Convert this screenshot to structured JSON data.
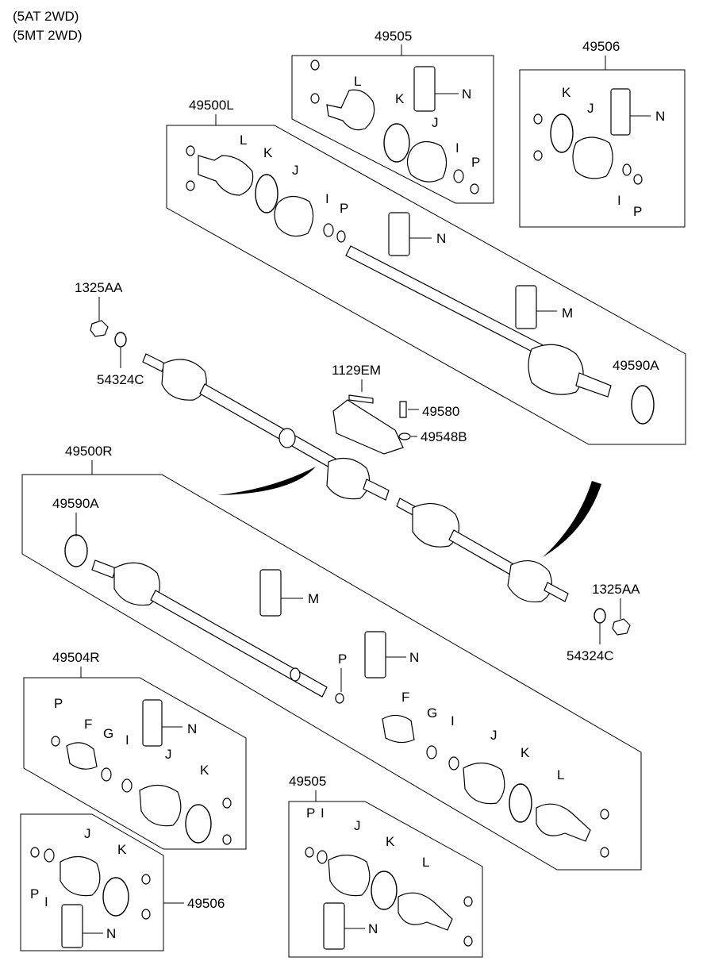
{
  "variants": [
    "(5AT 2WD)",
    "(5MT 2WD)"
  ],
  "part_numbers": {
    "kit_49505": "49505",
    "kit_49506": "49506",
    "shaft_left": "49500L",
    "shaft_right": "49500R",
    "kit_49504R": "49504R",
    "nut_1325AA": "1325AA",
    "washer_54324C": "54324C",
    "bolt_1129EM": "1129EM",
    "bolt_49580": "49580",
    "bracket_49548B": "49548B",
    "tone_ring_49590A": "49590A"
  },
  "letters": {
    "F": "F",
    "G": "G",
    "I": "I",
    "J": "J",
    "K": "K",
    "L": "L",
    "M": "M",
    "N": "N",
    "P": "P"
  }
}
